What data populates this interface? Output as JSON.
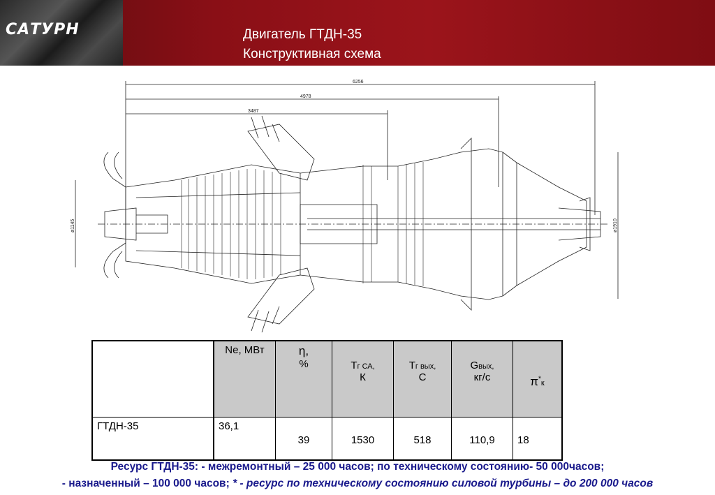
{
  "header": {
    "logo": "САТУРН",
    "title_line1": "Двигатель ГТДН-35",
    "title_line2": "Конструктивная схема"
  },
  "drawing": {
    "dim_total": "6256",
    "dim_mid": "4978",
    "dim_short": "3487",
    "dia_left": "ø1145",
    "dia_right": "ø1910"
  },
  "table": {
    "headers": {
      "ne": "Ne, МВт",
      "eta_sym": "η,",
      "eta_unit": "%",
      "tg_ca_main": "Т",
      "tg_ca_sub": "г СА,",
      "tg_ca_unit": "К",
      "tg_out_main": "Т",
      "tg_out_sub": "г вых,",
      "tg_out_unit": "С",
      "g_out_main": "G",
      "g_out_sub": "вых,",
      "g_out_unit": "кг/с",
      "pi_main": "π",
      "pi_sup": "*",
      "pi_sub": "к"
    },
    "row": {
      "name": "ГТДН-35",
      "ne": "36,1",
      "eta": "39",
      "tg_ca": "1530",
      "tg_out": "518",
      "g_out": "110,9",
      "pi": "18"
    }
  },
  "footer": {
    "line1": "Ресурс ГТДН-35: - межремонтный – 25 000 часов; по техническому состоянию- 50 000часов;",
    "line2_a": "- назначенный – 100 000 часов; ",
    "line2_b": "* - ресурс по техническому состоянию силовой турбины – до 200 000 часов"
  }
}
